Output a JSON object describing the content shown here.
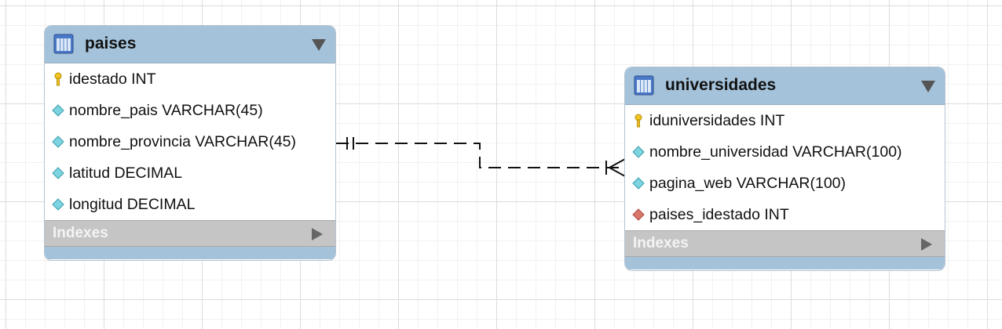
{
  "tables": {
    "paises": {
      "name": "paises",
      "columns": [
        {
          "text": "idestado INT",
          "icon": "primary-key-icon"
        },
        {
          "text": "nombre_pais VARCHAR(45)",
          "icon": "column-icon"
        },
        {
          "text": "nombre_provincia VARCHAR(45)",
          "icon": "column-icon"
        },
        {
          "text": "latitud DECIMAL",
          "icon": "column-icon"
        },
        {
          "text": "longitud DECIMAL",
          "icon": "column-icon"
        }
      ],
      "indexes_label": "Indexes"
    },
    "universidades": {
      "name": "universidades",
      "columns": [
        {
          "text": "iduniversidades INT",
          "icon": "primary-key-icon"
        },
        {
          "text": "nombre_universidad VARCHAR(100)",
          "icon": "column-icon"
        },
        {
          "text": "pagina_web VARCHAR(100)",
          "icon": "column-icon"
        },
        {
          "text": "paises_idestado INT",
          "icon": "foreign-key-icon"
        }
      ],
      "indexes_label": "Indexes"
    }
  },
  "relationship": {
    "from": "paises",
    "to": "universidades",
    "style": "dashed",
    "from_end": "one-and-only-one",
    "to_end": "one-or-many"
  },
  "colors": {
    "header": "#a4c2da",
    "indexes_bar": "#c5c5c5",
    "key_icon": "#f0c420",
    "column_icon": "#7dd3e0",
    "foreign_key_icon": "#d9776a"
  }
}
